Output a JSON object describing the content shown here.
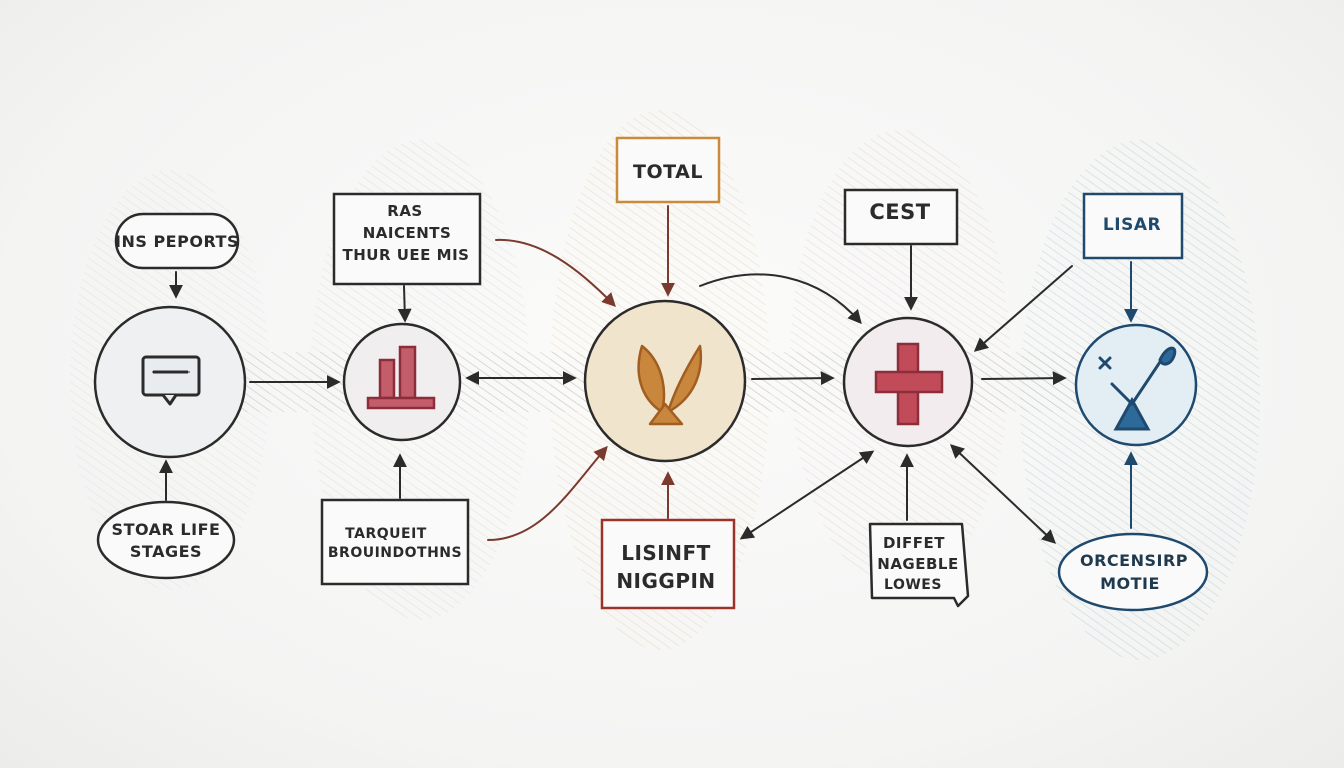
{
  "colors": {
    "ink": "#2b2b2b",
    "red": "#8c2e3a",
    "brown": "#a15e22",
    "orange_border": "#c98a3a",
    "red_border": "#9a3328",
    "blue": "#1f4a6e",
    "teal_border": "#2c5a72",
    "paper": "#f7f7f6"
  },
  "hubs": [
    {
      "id": "chat",
      "icon": "chat-bubble-icon"
    },
    {
      "id": "bar",
      "icon": "bar-chart-icon"
    },
    {
      "id": "leaf",
      "icon": "leaves-icon"
    },
    {
      "id": "cross",
      "icon": "cross-icon"
    },
    {
      "id": "tools",
      "icon": "tools-icon"
    }
  ],
  "labels": {
    "ins_reports": "INS PEPORTS",
    "stoar_life": [
      "STOAR LIFE",
      "STAGES"
    ],
    "ras": [
      "RAS",
      "NAICENTS",
      "THUR UEE MIS"
    ],
    "tarquet": [
      "TARQUEIT",
      "BROUINDOTHNS"
    ],
    "total": "TOTAL",
    "lisinft": [
      "LISINFT",
      "NIGGPIN"
    ],
    "cest": "CEST",
    "diffet": [
      "DIFFET",
      "NAGEBLE",
      "LOWES"
    ],
    "lisar": "LISAR",
    "orcensirp": [
      "ORCENSIRP",
      "MOTIE"
    ]
  }
}
